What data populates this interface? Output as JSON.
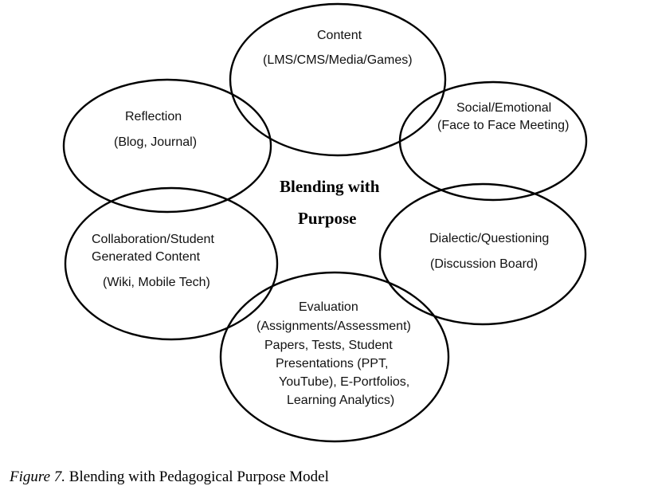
{
  "diagram": {
    "center_title_line1": "Blending with",
    "center_title_line2": "Purpose",
    "nodes": {
      "content": {
        "title": "Content",
        "detail": "(LMS/CMS/Media/Games)"
      },
      "social": {
        "title": "Social/Emotional",
        "detail": "(Face to Face Meeting)"
      },
      "dialectic": {
        "title": "Dialectic/Questioning",
        "detail": "(Discussion Board)"
      },
      "evaluation": {
        "title": "Evaluation",
        "line2": "(Assignments/Assessment)",
        "line3": "Papers, Tests, Student",
        "line4": "Presentations (PPT,",
        "line5": "YouTube), E-Portfolios,",
        "line6": "Learning Analytics)"
      },
      "collaboration": {
        "title_line1": "Collaboration/Student",
        "title_line2": "Generated Content",
        "detail": "(Wiki, Mobile Tech)"
      },
      "reflection": {
        "title": "Reflection",
        "detail": "(Blog, Journal)"
      }
    },
    "stroke_color": "#000000"
  },
  "caption": {
    "figure_label": "Figure 7.",
    "text": " Blending with Pedagogical Purpose Model"
  }
}
